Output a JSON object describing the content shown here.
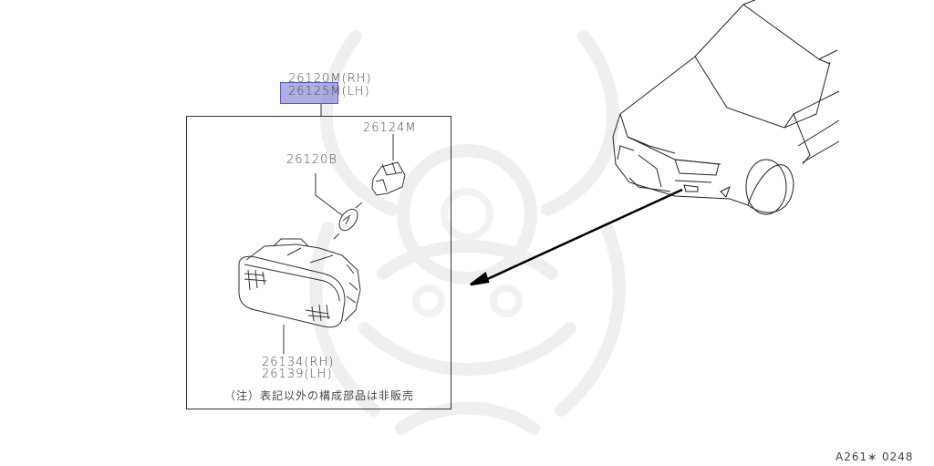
{
  "diagram": {
    "title_part_numbers": [
      {
        "number": "26120M",
        "side": "(RH)"
      },
      {
        "number": "26125M",
        "side": "(LH)"
      }
    ],
    "highlighted_part": "26125",
    "callouts": {
      "socket": "26124M",
      "bulb": "26120B",
      "lamp_rh": "26134(RH)",
      "lamp_lh": "26139(LH)"
    },
    "note": "（注）表記以外の構成部品は非販売",
    "diagram_code": "A261∗ 0248",
    "colors": {
      "highlight": "#6e6ed2",
      "line": "#333333",
      "watermark": "#ececec"
    }
  }
}
